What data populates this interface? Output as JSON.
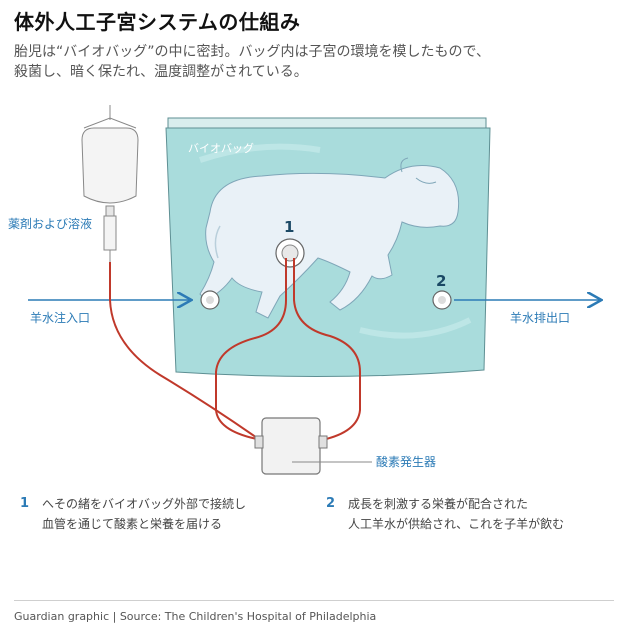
{
  "title": "体外人工子宮システムの仕組み",
  "subtitle": {
    "line1": "胎児は“バイオバッグ”の中に密封。バッグ内は子宮の環境を模したもので、",
    "line2": "殺菌し、暗く保たれ、温度調整がされている。"
  },
  "labels": {
    "bag": "バイオバッグ",
    "drip": "薬剤および溶液",
    "inflow": "羊水注入口",
    "outflow": "羊水排出口",
    "oxygenator": "酸素発生器",
    "marker1": "1",
    "marker2": "2"
  },
  "notes": [
    {
      "num": "1",
      "line1": "へその緒をバイオバッグ外部で接続し",
      "line2": "血管を通じて酸素と栄養を届ける"
    },
    {
      "num": "2",
      "line1": "成長を刺激する栄養が配合された",
      "line2": "人工羊水が供給され、これを子羊が飲む"
    }
  ],
  "footer": "Guardian graphic | Source: The Children's Hospital of Philadelphia",
  "colors": {
    "bag_fill": "#a9dcdc",
    "bag_outline": "#5e8f93",
    "arrow": "#2c7bb6",
    "tube": "#c0392b",
    "lamb": "#e9f1f7",
    "device": "#f2f2f2"
  }
}
